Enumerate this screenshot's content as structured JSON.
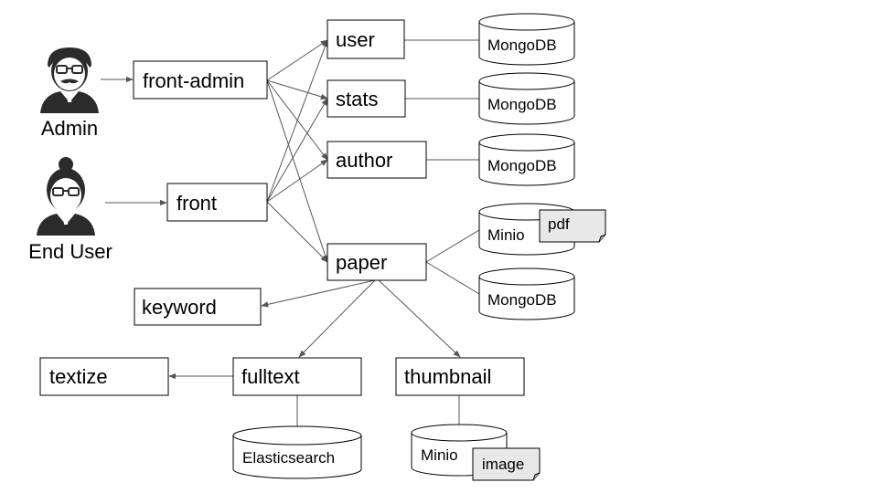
{
  "actors": {
    "admin": {
      "label": "Admin",
      "icon": "admin-person-icon"
    },
    "end_user": {
      "label": "End User",
      "icon": "end-user-person-icon"
    }
  },
  "services": {
    "front_admin": "front-admin",
    "front": "front",
    "user": "user",
    "stats": "stats",
    "author": "author",
    "paper": "paper",
    "keyword": "keyword",
    "fulltext": "fulltext",
    "thumbnail": "thumbnail",
    "textize": "textize"
  },
  "stores": {
    "user_db": "MongoDB",
    "stats_db": "MongoDB",
    "author_db": "MongoDB",
    "paper_minio": "Minio",
    "paper_db": "MongoDB",
    "fulltext_es": "Elasticsearch",
    "thumbnail_minio": "Minio"
  },
  "documents": {
    "pdf": "pdf",
    "image": "image"
  },
  "colors": {
    "stroke": "#000000",
    "arrow": "#555555",
    "icon": "#2b2b2b",
    "doc_fill": "#e8e8e8"
  }
}
